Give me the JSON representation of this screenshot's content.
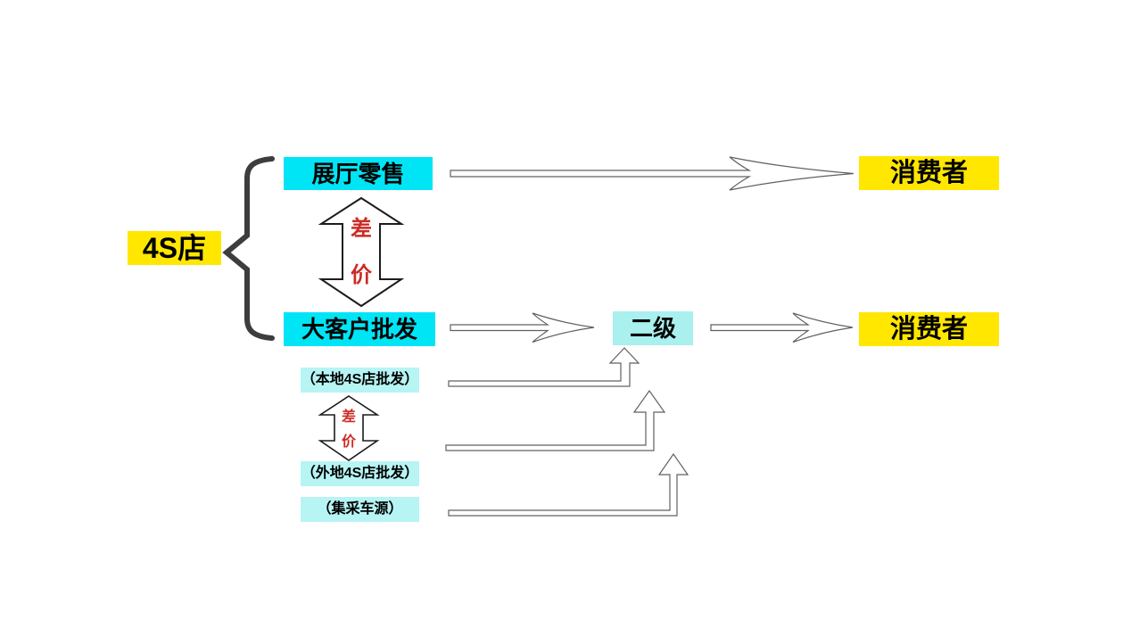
{
  "colors": {
    "cyan_bright": "#00e5f5",
    "cyan_pale": "#a9f0ef",
    "cyan_paler": "#b7f4f4",
    "yellow": "#ffe700",
    "red_label": "#cc2b24",
    "brace": "#3d3d3d",
    "arrow_outline": "#606060",
    "background": "#ffffff"
  },
  "nodes": {
    "dealer": {
      "label": "4S店"
    },
    "showroom": {
      "label": "展厅零售"
    },
    "big_client": {
      "label": "大客户批发"
    },
    "consumer_top": {
      "label": "消费者"
    },
    "consumer_mid": {
      "label": "消费者"
    },
    "second_tier": {
      "label": "二级"
    },
    "local": {
      "label": "（本地4S店批发）"
    },
    "remote": {
      "label": "（外地4S店批发）"
    },
    "pooled": {
      "label": "（集采车源）"
    }
  },
  "price_gap_top": {
    "char1": "差",
    "char2": "价"
  },
  "price_gap_bottom": {
    "char1": "差",
    "char2": "价"
  }
}
